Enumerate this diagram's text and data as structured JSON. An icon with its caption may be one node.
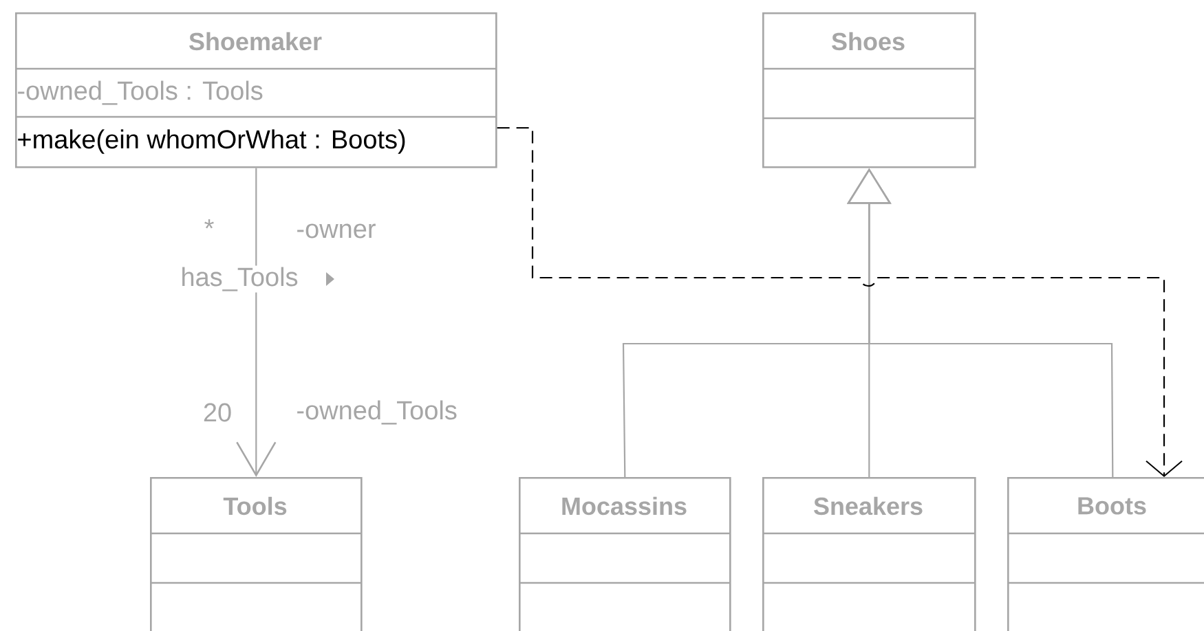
{
  "diagram": {
    "nodes": [
      {
        "text": [
          "Shoemaker",
          "-owned_Tools : Tools",
          "+make(ein whomOrWhat : Boots)"
        ]
      },
      {
        "text": [
          "Shoes"
        ]
      },
      {
        "text": [
          "Tools"
        ]
      },
      {
        "text": [
          "Mocassins"
        ]
      },
      {
        "text": [
          "Sneakers"
        ]
      },
      {
        "text": [
          "Boots"
        ]
      }
    ],
    "edges": [
      {
        "from": 0,
        "to": 2,
        "arrow": "to",
        "label": "has_Tools"
      },
      {
        "from": 3,
        "to": 1,
        "arrow": "to"
      },
      {
        "from": 4,
        "to": 1,
        "arrow": "to"
      },
      {
        "from": 5,
        "to": 1,
        "arrow": "to"
      },
      {
        "from": 0,
        "to": 5,
        "arrow": "to",
        "style": "dashed",
        "color": "#000000"
      }
    ],
    "labels": [
      "*",
      "-owner",
      "20",
      "-owned_Tools"
    ]
  }
}
